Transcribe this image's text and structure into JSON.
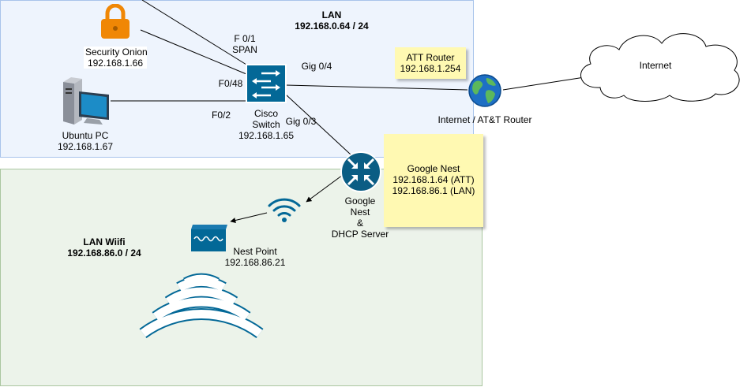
{
  "zones": {
    "lan": {
      "title": "LAN",
      "subnet": "192.168.0.64 / 24"
    },
    "wifi": {
      "title": "LAN Wiifi",
      "subnet": "192.168.86.0 / 24"
    }
  },
  "nodes": {
    "security_onion": {
      "name": "Security Onion",
      "ip": "192.168.1.66"
    },
    "ubuntu_pc": {
      "name": "Ubuntu PC",
      "ip": "192.168.1.67"
    },
    "cisco_switch": {
      "line1": "Cisco",
      "line2": "Switch",
      "ip": "192.168.1.65"
    },
    "att_router_globe": {
      "label": "Internet / AT&T Router"
    },
    "internet_cloud": {
      "label": "Internet"
    },
    "google_nest": {
      "line1": "Google",
      "line2": "Nest",
      "line3": "&",
      "line4": "DHCP Server"
    },
    "nest_point": {
      "name": "Nest Point",
      "ip": "192.168.86.21"
    }
  },
  "notes": {
    "att_router": {
      "name": "ATT Router",
      "ip": "192.168.1.254"
    },
    "google_nest": {
      "name": "Google Nest",
      "ip_att": "192.168.1.64 (ATT)",
      "ip_lan": "192.168.86.1 (LAN)"
    }
  },
  "ports": {
    "f01": "F 0/1",
    "span": "SPAN",
    "f048": "F0/48",
    "f02": "F0/2",
    "gig04": "Gig 0/4",
    "gig03": "Gig 0/3"
  },
  "colors": {
    "lan_zone": "#eef4fd",
    "wifi_zone": "#ecf3ea",
    "note": "#fff9b2",
    "lock": "#f08705",
    "device_blue": "#036897",
    "router_blue": "#0b5d84"
  },
  "icons": [
    "lock-icon",
    "desktop-pc-icon",
    "switch-icon",
    "globe-icon",
    "cloud-icon",
    "router-icon",
    "wifi-icon",
    "access-point-icon",
    "wireless-signal-icon"
  ]
}
